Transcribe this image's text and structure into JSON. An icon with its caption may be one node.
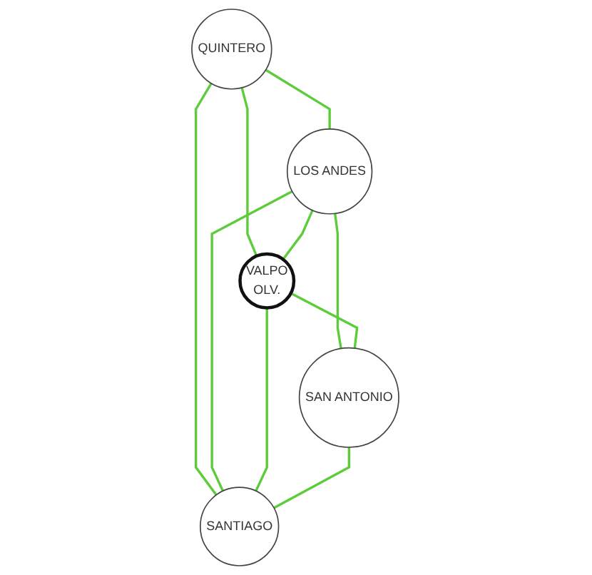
{
  "diagram": {
    "nodes": [
      {
        "text": [
          "QUINTERO"
        ]
      },
      {
        "text": [
          "LOS ANDES"
        ]
      },
      {
        "text": [
          "VALPO",
          "OLV."
        ]
      },
      {
        "text": [
          "SAN ANTONIO"
        ]
      },
      {
        "text": [
          "SANTIAGO"
        ]
      }
    ],
    "edges": [
      {
        "from": 0,
        "to": 1,
        "arrow": "none"
      },
      {
        "from": 0,
        "to": 2,
        "arrow": "none"
      },
      {
        "from": 0,
        "to": 4,
        "arrow": "none"
      },
      {
        "from": 1,
        "to": 2,
        "arrow": "none"
      },
      {
        "from": 1,
        "to": 3,
        "arrow": "none"
      },
      {
        "from": 1,
        "to": 4,
        "arrow": "none"
      },
      {
        "from": 2,
        "to": 4,
        "arrow": "none"
      },
      {
        "from": 2,
        "to": 3,
        "arrow": "none"
      },
      {
        "from": 3,
        "to": 4,
        "arrow": "none"
      }
    ]
  }
}
